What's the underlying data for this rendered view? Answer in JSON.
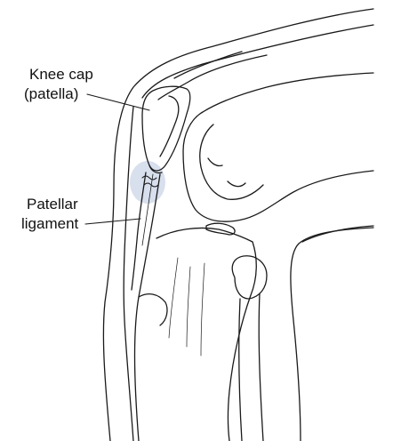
{
  "labels": {
    "kneecap_line1": "Knee cap",
    "kneecap_line2": "(patella)",
    "patellar_line1": "Patellar",
    "patellar_line2": "ligament"
  },
  "colors": {
    "line": "#1a1a1a",
    "highlight": "#a9b8d6",
    "background": "#ffffff"
  }
}
